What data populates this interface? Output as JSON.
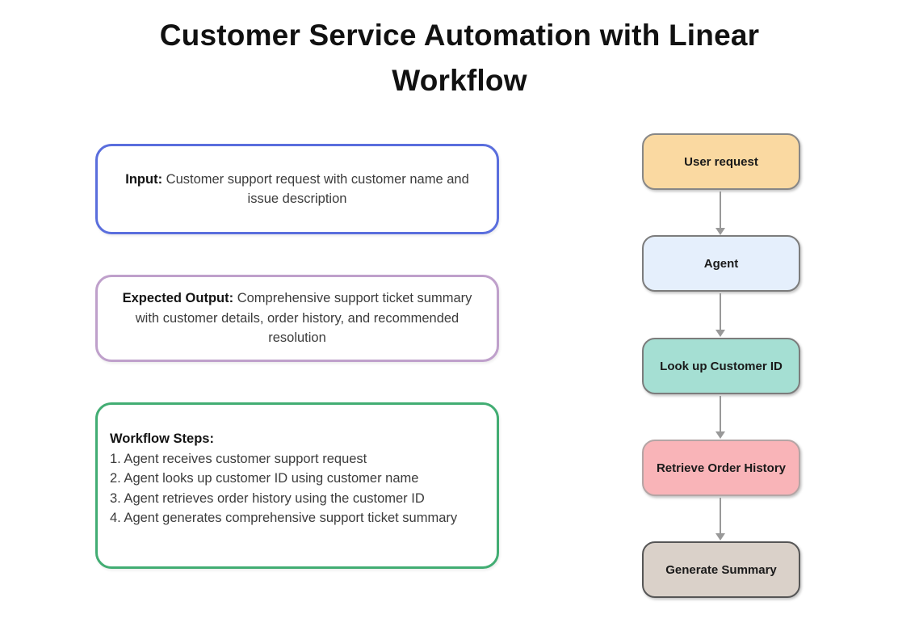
{
  "title": "Customer Service Automation with Linear Workflow",
  "info_cards": [
    {
      "label": "Input:",
      "text": "Customer support request with customer name and issue description",
      "border_color": "#5a6edd"
    },
    {
      "label": "Expected Output:",
      "text": "Comprehensive support ticket summary with customer details, order history, and recommended resolution",
      "border_color": "#bfa0cb"
    },
    {
      "label": "Workflow Steps:",
      "border_color": "#42ad73",
      "steps": [
        "1.  Agent receives customer support request",
        "2. Agent looks up customer ID using customer name",
        "3. Agent retrieves order history using the customer ID",
        "4. Agent generates comprehensive support ticket summary"
      ]
    }
  ],
  "flowchart": {
    "arrow_color": "#999999",
    "nodes": [
      {
        "label": "User request",
        "fill": "#fad9a1",
        "border": "#878787"
      },
      {
        "label": "Agent",
        "fill": "#e5effc",
        "border": "#7c7c7c"
      },
      {
        "label": "Look up Customer ID",
        "fill": "#a5dfd3",
        "border": "#7c7c7c"
      },
      {
        "label": "Retrieve Order History",
        "fill": "#f9b4b8",
        "border": "#b5a5a5"
      },
      {
        "label": "Generate Summary",
        "fill": "#dad1c9",
        "border": "#565656"
      }
    ]
  }
}
